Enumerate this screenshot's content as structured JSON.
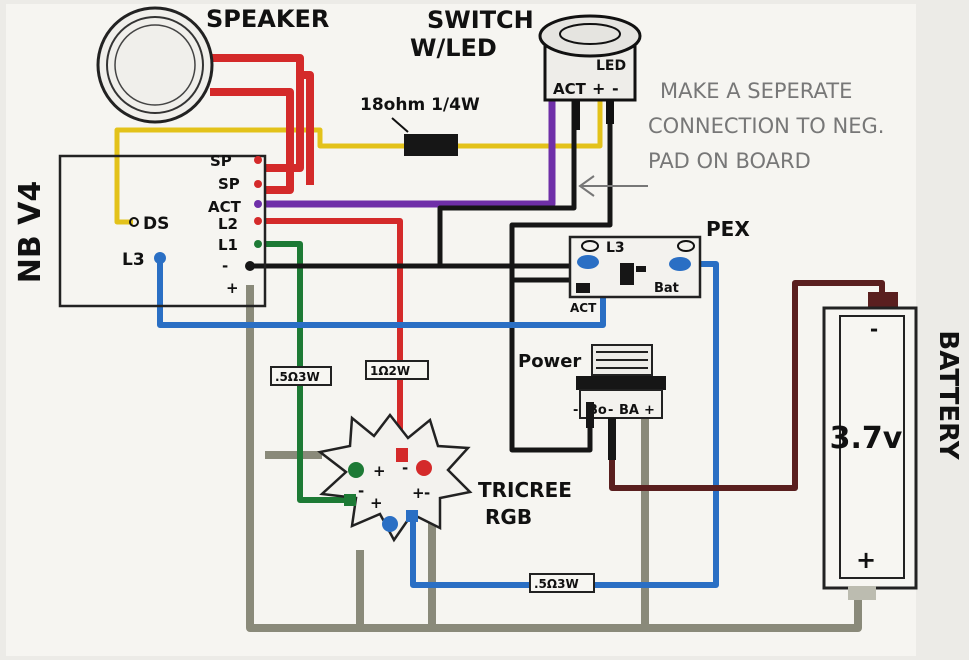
{
  "board": {
    "name": "NB V4",
    "pads_right": [
      "SP",
      "SP",
      "ACT",
      "L2",
      "L1",
      "-",
      "+"
    ],
    "pads_left": [
      "DS",
      "L3"
    ]
  },
  "speaker": {
    "label": "SPEAKER"
  },
  "switch": {
    "label_line1": "SWITCH",
    "label_line2": "W/LED",
    "led_label": "LED",
    "pins": [
      "ACT",
      "+",
      "-"
    ]
  },
  "resistor_top": {
    "label": "18ohm 1/4W"
  },
  "note": {
    "lines": [
      "MAKE A SEPERATE",
      "CONNECTION TO NEG.",
      "PAD ON BOARD"
    ]
  },
  "pex": {
    "label": "PEX",
    "pads": [
      "L3",
      "ACT",
      "Bat"
    ]
  },
  "power": {
    "label": "Power",
    "pins": [
      "-",
      "Bo",
      "-",
      "BA",
      "+"
    ]
  },
  "battery": {
    "label": "BATTERY",
    "voltage": "3.7v",
    "neg": "-",
    "pos": "+"
  },
  "led": {
    "label_line1": "TRICREE",
    "label_line2": "RGB",
    "signs": [
      "+",
      "-",
      "+",
      "-",
      "+",
      "-"
    ]
  },
  "resistors": [
    {
      "label": ".5Ω3W"
    },
    {
      "label": "1Ω2W"
    },
    {
      "label": ".5Ω3W"
    }
  ],
  "colors": {
    "red": "#d42a2a",
    "purple": "#6f2fa8",
    "yellow": "#e3c21a",
    "black": "#161616",
    "green": "#1d7a35",
    "blue": "#2a6fc4",
    "gray": "#8a8a7a",
    "brown": "#5a1f1f"
  }
}
